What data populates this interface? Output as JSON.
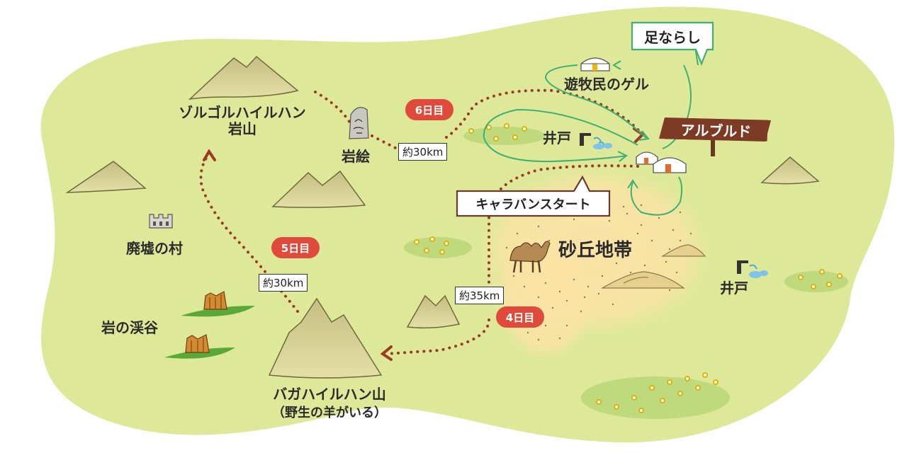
{
  "labels": {
    "zorgol": "ゾルゴルハイルハン\n岩山",
    "petroglyph": "岩絵",
    "ruins": "廃墟の村",
    "ravine": "岩の渓谷",
    "bagakhairkhan": "バガハイルハン山",
    "bagakhairkhan_note": "（野生の羊がいる）",
    "nomad_ger": "遊牧民のゲル",
    "well_1": "井戸",
    "well_2": "井戸",
    "dunes": "砂丘地帯"
  },
  "camp_sign": "アルブルド",
  "callouts": {
    "warmup": "足ならし",
    "caravan_start": "キャラバンスタート"
  },
  "distances": {
    "d_top": "約30km",
    "d_left": "約30km",
    "d_bottom": "約35km"
  },
  "day_badges": {
    "day6": "6日目",
    "day5": "5日目",
    "day4": "4日目"
  },
  "colors": {
    "land": "#dde999",
    "sand": "#fae3a5",
    "route": "#9a3a22",
    "warmup_route": "#3fb071",
    "badge": "#e04a3a",
    "sign": "#7d3b26"
  },
  "icons": [
    "mountain-icon",
    "rock-formation-icon",
    "petroglyph-stone-icon",
    "ruins-icon",
    "ger-icon",
    "well-icon",
    "camel-icon",
    "sand-dune-icon",
    "flower-patch-icon"
  ]
}
